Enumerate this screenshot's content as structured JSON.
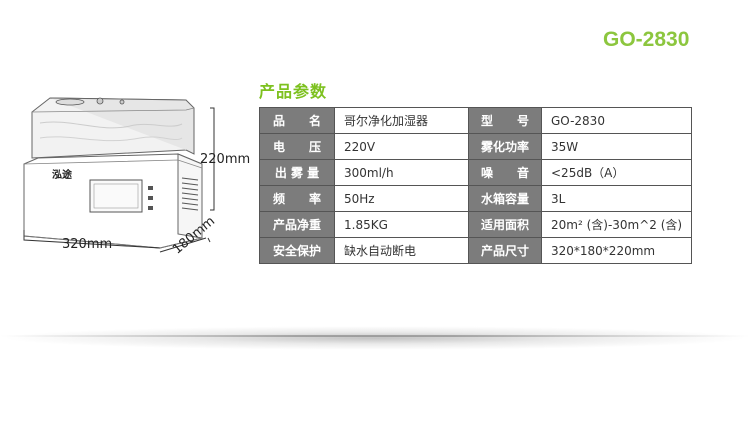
{
  "model": "GO-2830",
  "section_title": "产品参数",
  "dimensions": {
    "height": "220mm",
    "width": "320mm",
    "depth": "180mm"
  },
  "product_logo": "泓途",
  "specs": [
    {
      "l1": "品　　名",
      "v1": "哥尔净化加湿器",
      "l2": "型　　号",
      "v2": "GO-2830"
    },
    {
      "l1": "电　　压",
      "v1": "220V",
      "l2": "雾化功率",
      "v2": "35W"
    },
    {
      "l1": "出 雾 量",
      "v1": "300ml/h",
      "l2": "噪　　音",
      "v2": "<25dB（A）"
    },
    {
      "l1": "频　　率",
      "v1": "50Hz",
      "l2": "水箱容量",
      "v2": "3L"
    },
    {
      "l1": "产品净重",
      "v1": "1.85KG",
      "l2": "适用面积",
      "v2": "20m² (含)-30m^2 (含)"
    },
    {
      "l1": "安全保护",
      "v1": "缺水自动断电",
      "l2": "产品尺寸",
      "v2": "320*180*220mm"
    }
  ]
}
